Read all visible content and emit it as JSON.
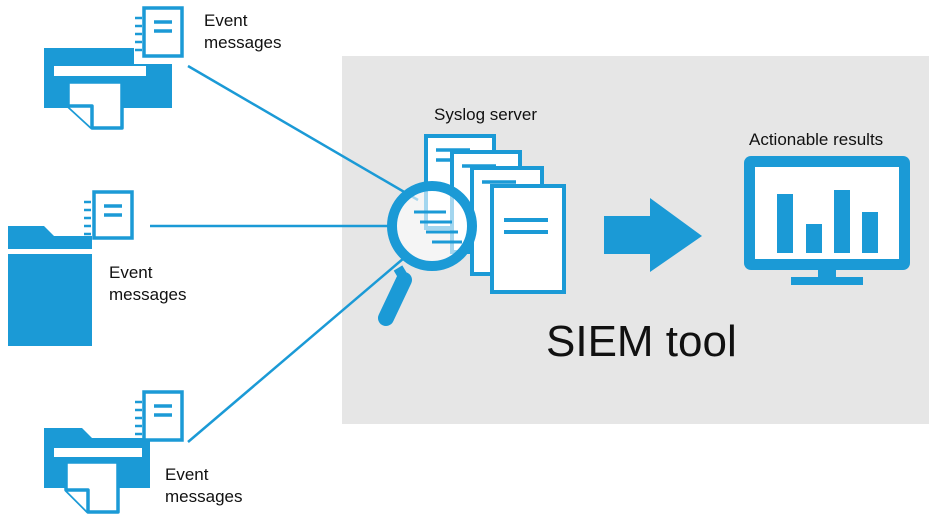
{
  "diagram": {
    "sources": [
      {
        "label_line1": "Event",
        "label_line2": "messages"
      },
      {
        "label_line1": "Event",
        "label_line2": "messages"
      },
      {
        "label_line1": "Event",
        "label_line2": "messages"
      }
    ],
    "syslog_label": "Syslog server",
    "results_label": "Actionable results",
    "siem_label": "SIEM tool"
  },
  "colors": {
    "accent": "#1b9ad6",
    "panel": "#e6e6e6",
    "text": "#111111",
    "background": "#ffffff"
  },
  "icons": {
    "source_devices": [
      "printer-icon",
      "multifunction-printer-icon",
      "printer-scanner-icon"
    ],
    "documents": "document-icon",
    "server": "document-stack-icon",
    "search": "magnifier-icon",
    "flow": "arrow-right-icon",
    "results": "monitor-bar-chart-icon"
  }
}
